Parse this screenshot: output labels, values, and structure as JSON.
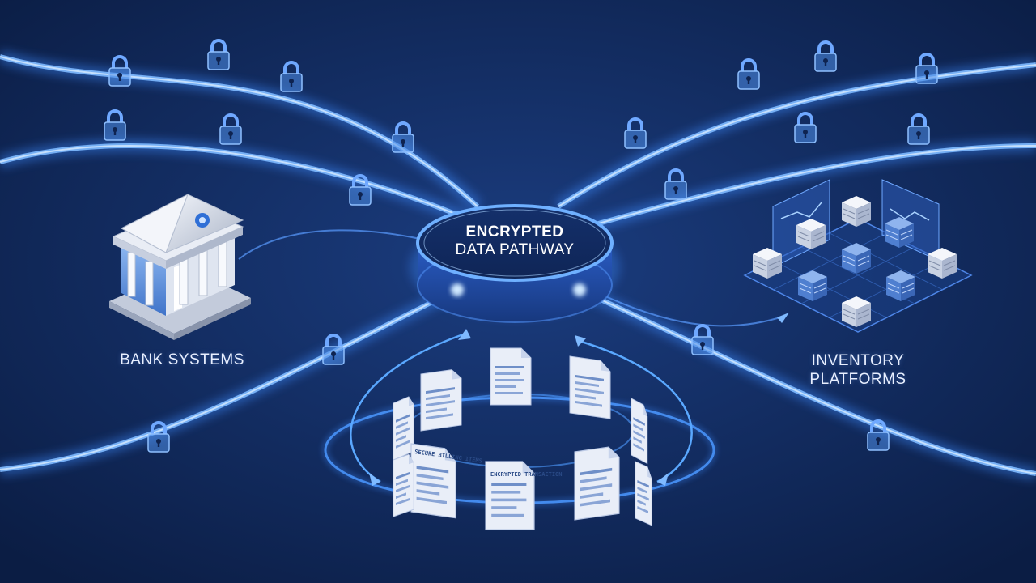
{
  "hub": {
    "title_line1": "ENCRYPTED",
    "title_line2": "DATA PATHWAY"
  },
  "nodes": {
    "bank": {
      "label": "BANK SYSTEMS",
      "icon": "bank-building-icon"
    },
    "inventory": {
      "label_line1": "INVENTORY",
      "label_line2": "PLATFORMS",
      "icon": "server-stack-icon"
    }
  },
  "documents": {
    "doc_a_title": "ENCRYPTED TRANSACTION",
    "doc_b_title": "SECURE BILLING ITEMS",
    "icon": "document-icon"
  },
  "colors": {
    "background": "#0e2350",
    "stream_glow": "#3d8bff",
    "stream_core": "#9fd0ff",
    "lock": "#6fa8ff"
  },
  "icons": [
    "padlock-icon",
    "bank-building-icon",
    "server-stack-icon",
    "document-icon",
    "cycle-arrow-icon"
  ]
}
